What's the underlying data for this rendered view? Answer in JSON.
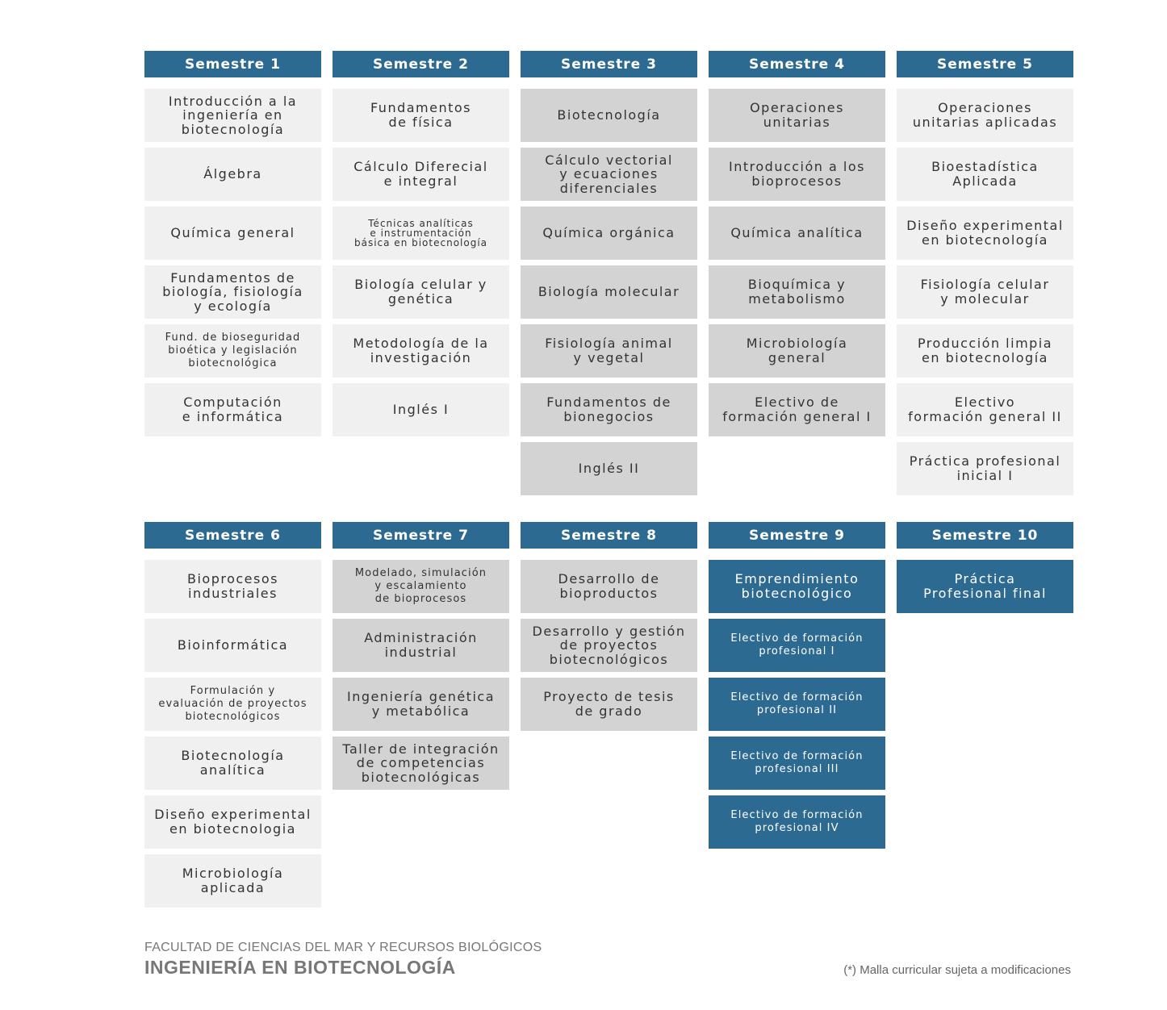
{
  "semesters": [
    {
      "label": "Semestre 1",
      "courses": [
        {
          "text": "Introducción a la\ningeniería en\nbiotecnología",
          "style": "light"
        },
        {
          "text": "Álgebra",
          "style": "light"
        },
        {
          "text": "Química general",
          "style": "light"
        },
        {
          "text": "Fundamentos de\nbiología, fisiología\ny ecología",
          "style": "light"
        },
        {
          "text": "Fund. de bioseguridad\nbioética y legislación\nbiotecnológica",
          "style": "light",
          "size": "small"
        },
        {
          "text": "Computación\ne informática",
          "style": "light"
        }
      ]
    },
    {
      "label": "Semestre 2",
      "courses": [
        {
          "text": "Fundamentos\nde física",
          "style": "light"
        },
        {
          "text": "Cálculo Diferecial\ne integral",
          "style": "light"
        },
        {
          "text": "Técnicas analíticas\ne instrumentación\nbásica en biotecnología",
          "style": "light",
          "size": "xsmall"
        },
        {
          "text": "Biología celular y\ngenética",
          "style": "light"
        },
        {
          "text": "Metodología de la\ninvestigación",
          "style": "light"
        },
        {
          "text": "Inglés I",
          "style": "light"
        }
      ]
    },
    {
      "label": "Semestre 3",
      "courses": [
        {
          "text": "Biotecnología",
          "style": "gray"
        },
        {
          "text": "Cálculo vectorial\ny ecuaciones\ndiferenciales",
          "style": "gray"
        },
        {
          "text": "Química orgánica",
          "style": "gray"
        },
        {
          "text": "Biología molecular",
          "style": "gray"
        },
        {
          "text": "Fisiología animal\ny vegetal",
          "style": "gray"
        },
        {
          "text": "Fundamentos de\nbionegocios",
          "style": "gray"
        },
        {
          "text": "Inglés II",
          "style": "gray"
        }
      ]
    },
    {
      "label": "Semestre 4",
      "courses": [
        {
          "text": "Operaciones\nunitarias",
          "style": "gray"
        },
        {
          "text": "Introducción a los\nbioprocesos",
          "style": "gray"
        },
        {
          "text": "Química analítica",
          "style": "gray"
        },
        {
          "text": "Bioquímica y\nmetabolismo",
          "style": "gray"
        },
        {
          "text": "Microbiología\ngeneral",
          "style": "gray"
        },
        {
          "text": "Electivo de\nformación general I",
          "style": "gray"
        }
      ]
    },
    {
      "label": "Semestre 5",
      "courses": [
        {
          "text": "Operaciones\nunitarias aplicadas",
          "style": "light"
        },
        {
          "text": "Bioestadística\nAplicada",
          "style": "light"
        },
        {
          "text": "Diseño experimental\nen biotecnología",
          "style": "light"
        },
        {
          "text": "Fisiología celular\ny molecular",
          "style": "light"
        },
        {
          "text": "Producción limpia\nen biotecnología",
          "style": "light"
        },
        {
          "text": "Electivo\nformación general II",
          "style": "light"
        },
        {
          "text": "Práctica profesional\ninicial I",
          "style": "light"
        }
      ]
    },
    {
      "label": "Semestre 6",
      "courses": [
        {
          "text": "Bioprocesos\nindustriales",
          "style": "light"
        },
        {
          "text": "Bioinformática",
          "style": "light"
        },
        {
          "text": "Formulación y\nevaluación de proyectos\nbiotecnológicos",
          "style": "light",
          "size": "small"
        },
        {
          "text": "Biotecnología\nanalítica",
          "style": "light"
        },
        {
          "text": "Diseño experimental\nen biotecnologia",
          "style": "light"
        },
        {
          "text": "Microbiología\naplicada",
          "style": "light"
        }
      ]
    },
    {
      "label": "Semestre 7",
      "courses": [
        {
          "text": "Modelado, simulación\ny escalamiento\nde bioprocesos",
          "style": "gray",
          "size": "small"
        },
        {
          "text": "Administración\nindustrial",
          "style": "gray"
        },
        {
          "text": "Ingeniería genética\ny metabólica",
          "style": "gray"
        },
        {
          "text": "Taller de integración\nde competencias\nbiotecnológicas",
          "style": "gray"
        }
      ]
    },
    {
      "label": "Semestre 8",
      "courses": [
        {
          "text": "Desarrollo de\nbioproductos",
          "style": "gray"
        },
        {
          "text": "Desarrollo y gestión\nde proyectos\nbiotecnológicos",
          "style": "gray"
        },
        {
          "text": "Proyecto de tesis\nde grado",
          "style": "gray"
        }
      ]
    },
    {
      "label": "Semestre 9",
      "courses": [
        {
          "text": "Emprendimiento\nbiotecnológico",
          "style": "blue"
        },
        {
          "text": "Electivo de formación\nprofesional I",
          "style": "blue",
          "size": "small"
        },
        {
          "text": "Electivo de formación\nprofesional II",
          "style": "blue",
          "size": "small"
        },
        {
          "text": "Electivo de formación\nprofesional III",
          "style": "blue",
          "size": "small"
        },
        {
          "text": "Electivo de formación\nprofesional IV",
          "style": "blue",
          "size": "small"
        }
      ]
    },
    {
      "label": "Semestre 10",
      "courses": [
        {
          "text": "Práctica\nProfesional final",
          "style": "blue"
        }
      ]
    }
  ],
  "footer": {
    "faculty": "FACULTAD DE CIENCIAS DEL MAR Y  RECURSOS BIOLÓGICOS",
    "program": "INGENIERÍA EN BIOTECNOLOGÍA",
    "note": "(*) Malla curricular sujeta a modificaciones"
  },
  "colors": {
    "header": "#2d6a92",
    "light": "#f0f0f0",
    "gray": "#d3d3d3",
    "blue": "#2d6a92"
  }
}
